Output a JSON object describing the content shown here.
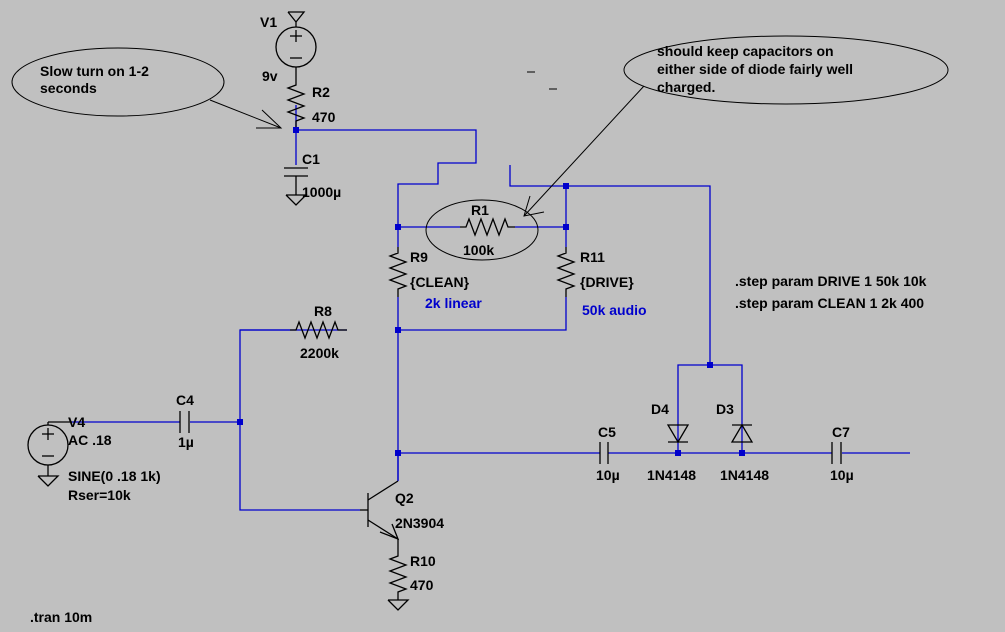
{
  "colors": {
    "background": "#c0c0c0",
    "wire": "#0000cc",
    "symbol": "#000000",
    "comment": "#0000cc"
  },
  "components": {
    "V1": {
      "name": "V1",
      "value": "9v"
    },
    "R2": {
      "name": "R2",
      "value": "470"
    },
    "C1": {
      "name": "C1",
      "value": "1000µ"
    },
    "R1": {
      "name": "R1",
      "value": "100k"
    },
    "R9": {
      "name": "R9",
      "value": "{CLEAN}",
      "comment": "2k linear"
    },
    "R11": {
      "name": "R11",
      "value": "{DRIVE}",
      "comment": "50k audio"
    },
    "R8": {
      "name": "R8",
      "value": "2200k"
    },
    "C4": {
      "name": "C4",
      "value": "1µ"
    },
    "V4": {
      "name": "V4",
      "value": "AC .18",
      "line3": "SINE(0 .18 1k)",
      "line4": "Rser=10k"
    },
    "Q2": {
      "name": "Q2",
      "value": "2N3904"
    },
    "R10": {
      "name": "R10",
      "value": "470"
    },
    "C5": {
      "name": "C5",
      "value": "10µ"
    },
    "D4": {
      "name": "D4",
      "value": "1N4148"
    },
    "D3": {
      "name": "D3",
      "value": "1N4148"
    },
    "C7": {
      "name": "C7",
      "value": "10µ"
    }
  },
  "directives": {
    "step_drive": ".step param DRIVE 1 50k 10k",
    "step_clean": ".step param CLEAN 1 2k 400",
    "tran": ".tran 10m"
  },
  "annotations": {
    "slow_turn_on": {
      "line1": "Slow turn on  1-2",
      "line2": "seconds"
    },
    "caps_note": {
      "line1": "should keep capacitors on",
      "line2": "either side of diode fairly well",
      "line3": "charged."
    }
  }
}
